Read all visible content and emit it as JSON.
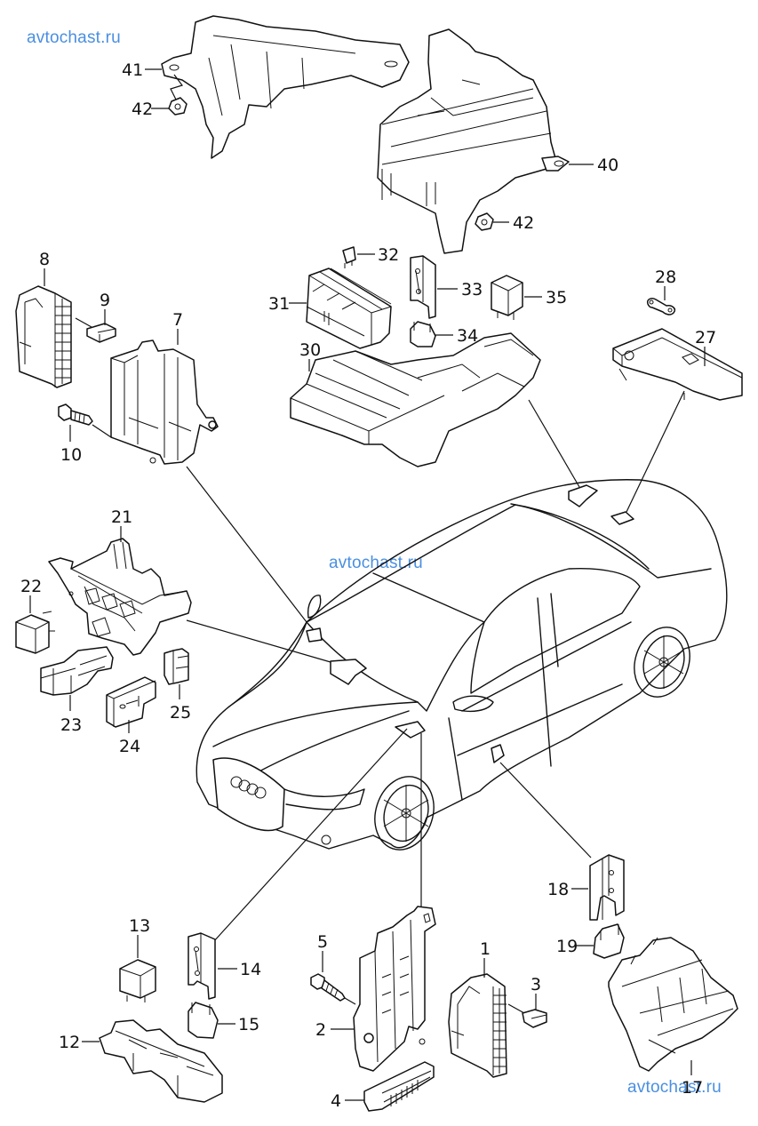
{
  "diagram": {
    "type": "exploded-parts-diagram",
    "subject": "Sedan electrical fuse/relay boxes and mounting locations",
    "line_color": "#111111",
    "background": "#ffffff"
  },
  "watermarks": [
    {
      "id": "wm-top-left",
      "text": "avtochast.ru"
    },
    {
      "id": "wm-center",
      "text": "avtochast.ru"
    },
    {
      "id": "wm-bottom-right",
      "text": "avtochast.ru"
    }
  ],
  "watermark_color": "#4a8fe0",
  "callouts": [
    {
      "id": "c41",
      "number": "41",
      "part": "bracket"
    },
    {
      "id": "c42a",
      "number": "42",
      "part": "nut"
    },
    {
      "id": "c40",
      "number": "40",
      "part": "fuse box carrier"
    },
    {
      "id": "c42b",
      "number": "42",
      "part": "nut"
    },
    {
      "id": "c32",
      "number": "32",
      "part": "fuse"
    },
    {
      "id": "c31",
      "number": "31",
      "part": "fuse box cover"
    },
    {
      "id": "c33",
      "number": "33",
      "part": "fuse holder"
    },
    {
      "id": "c35",
      "number": "35",
      "part": "relay"
    },
    {
      "id": "c34",
      "number": "34",
      "part": "fuse"
    },
    {
      "id": "c30",
      "number": "30",
      "part": "relay/fuse carrier"
    },
    {
      "id": "c28",
      "number": "28",
      "part": "link"
    },
    {
      "id": "c27",
      "number": "27",
      "part": "battery fuse box"
    },
    {
      "id": "c8",
      "number": "8",
      "part": "fuse box cover"
    },
    {
      "id": "c9",
      "number": "9",
      "part": "fuse"
    },
    {
      "id": "c7",
      "number": "7",
      "part": "fuse holder"
    },
    {
      "id": "c10",
      "number": "10",
      "part": "bolt"
    },
    {
      "id": "c21",
      "number": "21",
      "part": "relay carrier"
    },
    {
      "id": "c22",
      "number": "22",
      "part": "relay"
    },
    {
      "id": "c23",
      "number": "23",
      "part": "relay base"
    },
    {
      "id": "c24",
      "number": "24",
      "part": "fuse holder"
    },
    {
      "id": "c25",
      "number": "25",
      "part": "fuse"
    },
    {
      "id": "c18",
      "number": "18",
      "part": "fuse holder"
    },
    {
      "id": "c19",
      "number": "19",
      "part": "fuse"
    },
    {
      "id": "c17",
      "number": "17",
      "part": "fuse box"
    },
    {
      "id": "c13",
      "number": "13",
      "part": "relay"
    },
    {
      "id": "c14",
      "number": "14",
      "part": "fuse holder"
    },
    {
      "id": "c15",
      "number": "15",
      "part": "fuse"
    },
    {
      "id": "c12",
      "number": "12",
      "part": "relay carrier"
    },
    {
      "id": "c5",
      "number": "5",
      "part": "bolt"
    },
    {
      "id": "c2",
      "number": "2",
      "part": "fuse holder"
    },
    {
      "id": "c4",
      "number": "4",
      "part": "clip"
    },
    {
      "id": "c1",
      "number": "1",
      "part": "fuse box cover"
    },
    {
      "id": "c3",
      "number": "3",
      "part": "fuse"
    }
  ]
}
